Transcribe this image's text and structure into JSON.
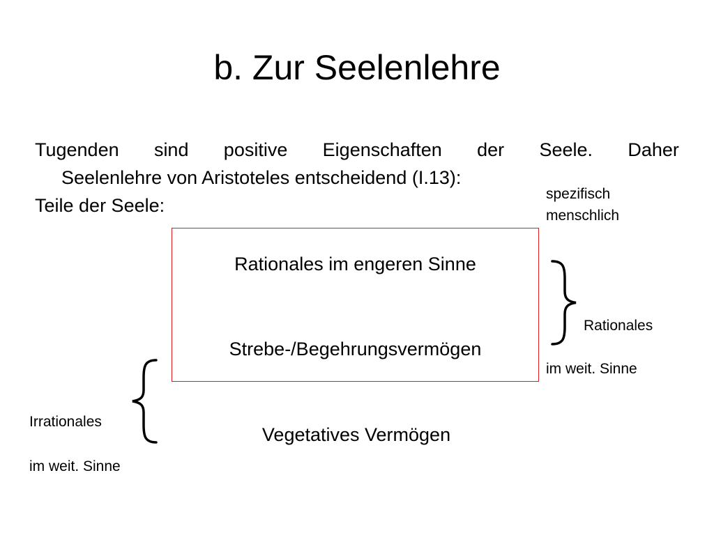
{
  "slide": {
    "title": "b. Zur Seelenlehre",
    "intro": {
      "line1_words": [
        "Tugenden",
        "sind",
        "positive",
        "Eigenschaften",
        "der",
        "Seele.",
        "Daher"
      ],
      "line2": "Seelenlehre von Aristoteles entscheidend (I.13):",
      "line3": "Teile der Seele:"
    },
    "notes": {
      "spezifisch_line1": "spezifisch",
      "spezifisch_line2": "menschlich",
      "rationales_label": "Rationales",
      "rationales_sub": "im weit. Sinne",
      "irrationales_label": "Irrationales",
      "irrationales_sub": "im weit. Sinne"
    },
    "parts": {
      "rational": "Rationales im engeren Sinne",
      "strebe": "Strebe-/Begehrungsvermögen",
      "vegetativ": "Vegetatives Vermögen"
    },
    "colors": {
      "box_border": "#e0191f",
      "text": "#000000",
      "background": "#ffffff"
    }
  }
}
